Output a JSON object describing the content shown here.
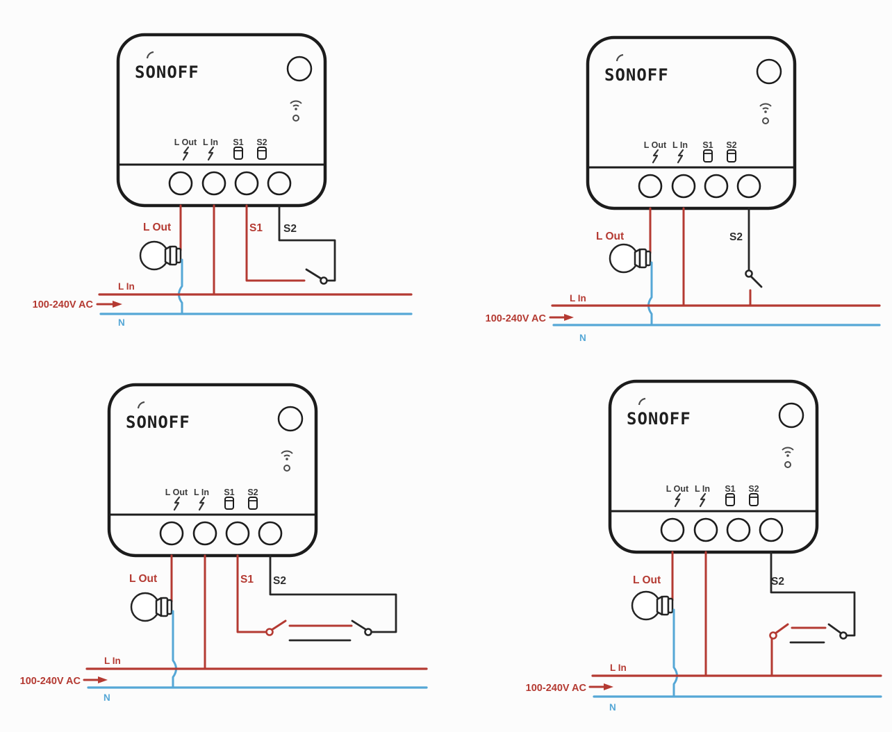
{
  "device": {
    "brand": "SONOFF",
    "terminal_labels": [
      "L Out",
      "L In",
      "S1",
      "S2"
    ]
  },
  "panels": [
    {
      "wiring": {
        "l_out": "L Out",
        "s1": "S1",
        "s2": "S2",
        "l_in": "L In",
        "supply": "100-240V AC",
        "neutral": "N"
      }
    },
    {
      "wiring": {
        "l_out": "L Out",
        "s2": "S2",
        "l_in": "L In",
        "supply": "100-240V AC",
        "neutral": "N"
      }
    },
    {
      "wiring": {
        "l_out": "L Out",
        "s1": "S1",
        "s2": "S2",
        "l_in": "L In",
        "supply": "100-240V AC",
        "neutral": "N"
      }
    },
    {
      "wiring": {
        "l_out": "L Out",
        "s2": "S2",
        "l_in": "L In",
        "supply": "100-240V AC",
        "neutral": "N"
      }
    }
  ],
  "colors": {
    "live": "#b43a32",
    "neutral": "#55a7d6",
    "dark": "#262626"
  }
}
